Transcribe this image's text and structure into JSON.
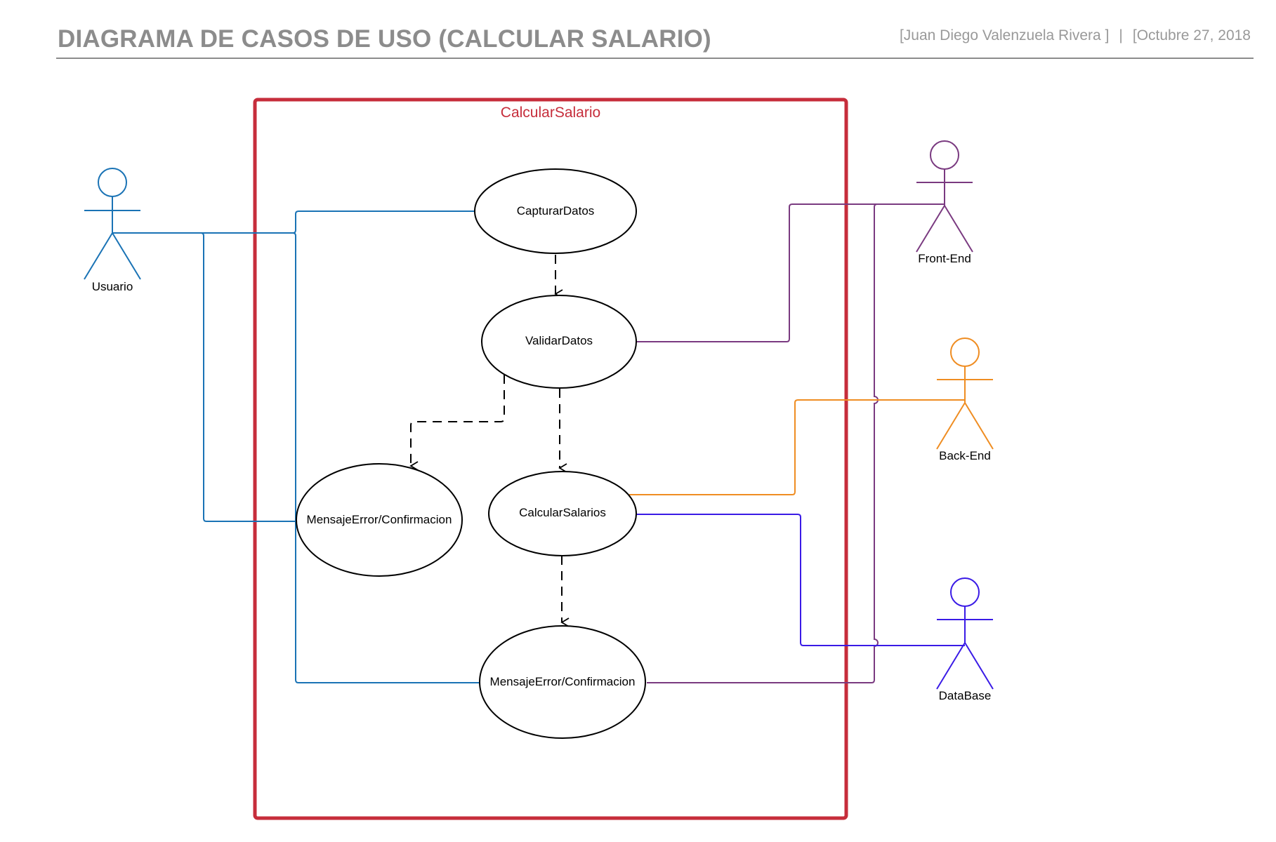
{
  "header": {
    "title": "DIAGRAMA DE CASOS DE USO (CALCULAR SALARIO)",
    "author": "[Juan Diego Valenzuela Rivera ]",
    "separator": "|",
    "date": "[Octubre 27, 2018"
  },
  "system": {
    "label": "CalcularSalario",
    "color": "#c62d3b"
  },
  "use_cases": {
    "capturar": "CapturarDatos",
    "validar": "ValidarDatos",
    "mensaje_error": "MensajeError/Confirmacion",
    "calcular": "CalcularSalarios",
    "mensaje_final": "MensajeError/Confirmacion"
  },
  "actors": {
    "usuario": {
      "label": "Usuario",
      "color": "#1a73b5"
    },
    "front_end": {
      "label": "Front-End",
      "color": "#7a3a80"
    },
    "back_end": {
      "label": "Back-End",
      "color": "#ef8d22"
    },
    "database": {
      "label": "DataBase",
      "color": "#3a1be6"
    }
  }
}
